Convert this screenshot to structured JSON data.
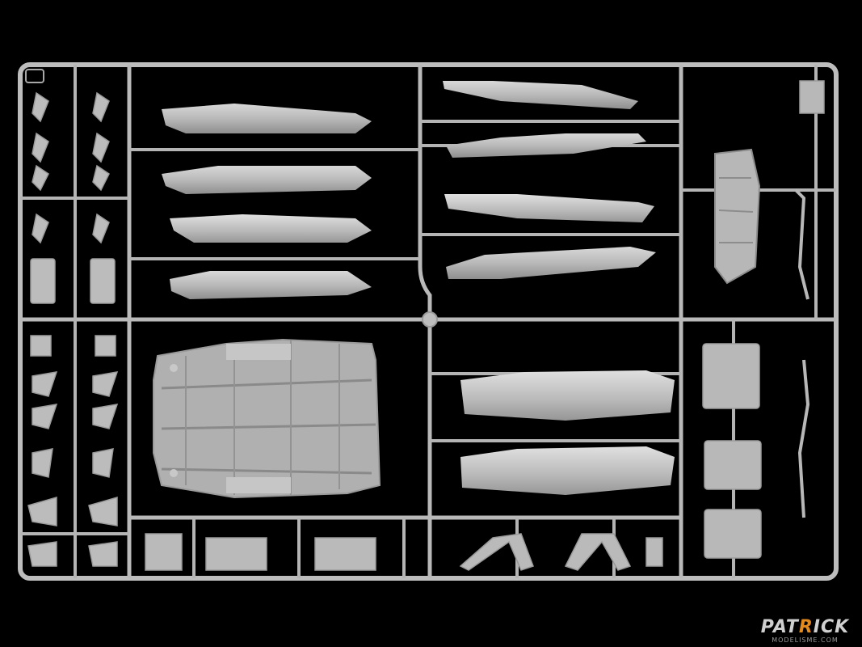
{
  "photo": {
    "subject": "Plastic model kit sprue with grey parts on black background"
  },
  "watermark": {
    "title_a": "PAT",
    "title_b": "R",
    "title_c": "ICK",
    "subtitle": "MODELISME.COM",
    "accent_color": "#e38a1e"
  },
  "colors": {
    "background": "#000000",
    "plastic": "#bdbdbd",
    "plastic_dark": "#8f8f8f"
  }
}
